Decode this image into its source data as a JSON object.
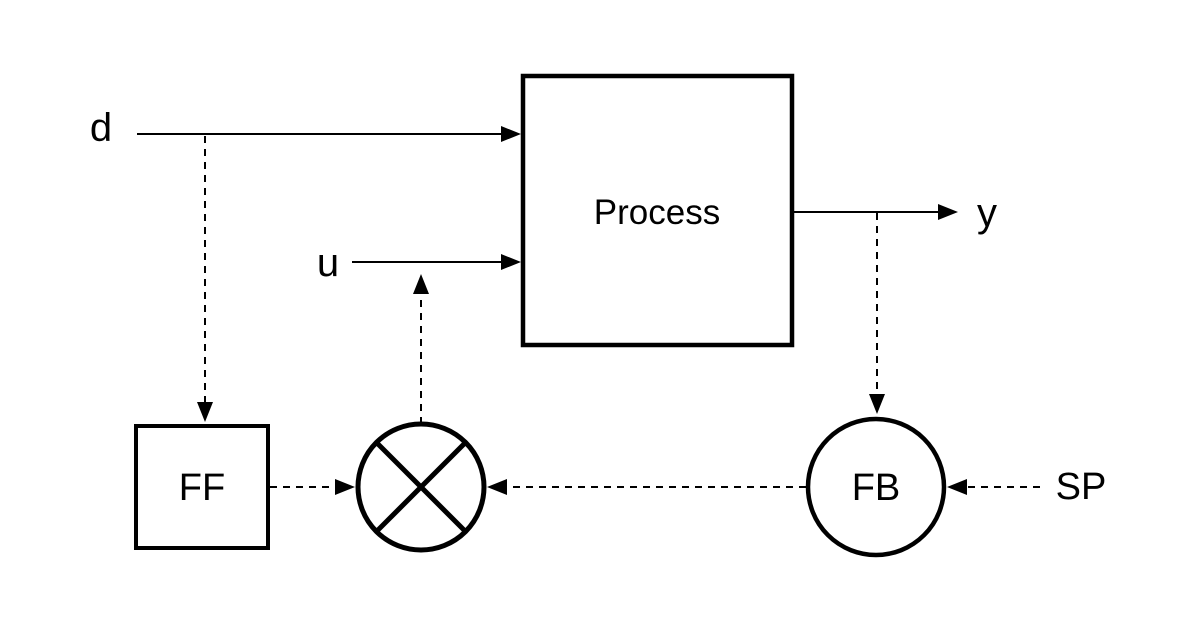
{
  "diagram": {
    "labels": {
      "d": "d",
      "u": "u",
      "y": "y",
      "sp": "SP"
    },
    "nodes": {
      "process": {
        "label": "Process",
        "shape": "rectangle"
      },
      "feedforward": {
        "label": "FF",
        "shape": "rectangle"
      },
      "feedback": {
        "label": "FB",
        "shape": "circle"
      },
      "junction": {
        "label": "",
        "shape": "circle",
        "symbol": "multiply-cross-icon"
      }
    },
    "edges": [
      {
        "from": "d",
        "to": "process",
        "style": "solid-arrow"
      },
      {
        "from": "u",
        "to": "process",
        "style": "solid-arrow"
      },
      {
        "from": "process",
        "to": "y",
        "style": "solid-arrow"
      },
      {
        "from": "d",
        "to": "feedforward",
        "style": "dashed-arrow"
      },
      {
        "from": "feedforward",
        "to": "junction",
        "style": "dashed-arrow"
      },
      {
        "from": "junction",
        "to": "u",
        "style": "dashed-arrow"
      },
      {
        "from": "y",
        "to": "feedback",
        "style": "dashed-arrow"
      },
      {
        "from": "sp",
        "to": "feedback",
        "style": "dashed-arrow"
      },
      {
        "from": "feedback",
        "to": "junction",
        "style": "dashed-arrow"
      }
    ],
    "colors": {
      "stroke": "#000000",
      "background": "#ffffff"
    }
  }
}
